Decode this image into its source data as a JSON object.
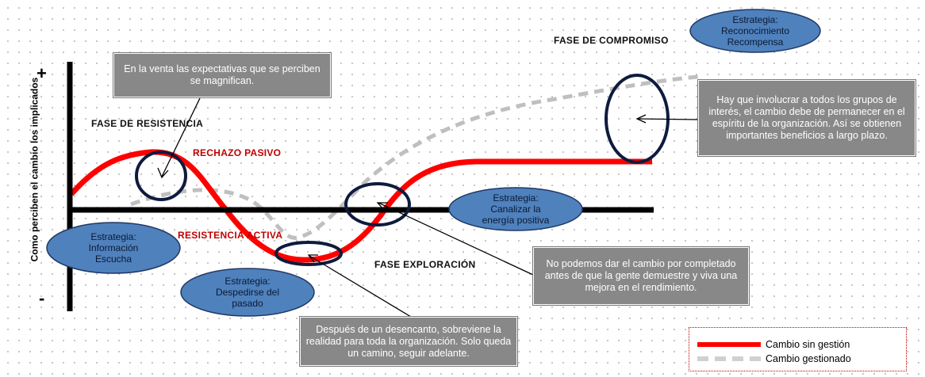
{
  "axis": {
    "ylabel": "Como perciben el cambio los implicados",
    "plus": "+",
    "minus": "-"
  },
  "phases": {
    "resistencia": "FASE DE RESISTENCIA",
    "compromiso": "FASE DE COMPROMISO",
    "exploracion": "FASE EXPLORACIÓN"
  },
  "curve_labels": {
    "rechazo": "RECHAZO PASIVO",
    "resistencia_activa": "RESISTENCIA ACTIVA"
  },
  "strategies": {
    "informacion": [
      "Estrategia:",
      "Información",
      "Escucha"
    ],
    "despedirse": [
      "Estrategia:",
      "Despedirse del",
      "pasado"
    ],
    "canalizar": [
      "Estrategia:",
      "Canalizar la",
      "energía positiva"
    ],
    "reconocimiento": [
      "Estrategia:",
      "Reconocimiento",
      "Recompensa"
    ]
  },
  "notes": {
    "expectativas": "En la venta las expectativas que se perciben se magnifican.",
    "involucrar": "Hay que involucrar a todos los grupos de interés, el cambio debe de permanecer en el espíritu de la organización. Así se obtienen importantes beneficios a largo plazo.",
    "cambio_completado": "No podemos dar el cambio por completado antes de que la gente demuestre y viva una mejora en el rendimiento.",
    "desencanto": "Después de un desencanto, sobreviene la realidad para toda la organización. Solo queda un camino, seguir adelante."
  },
  "legend": {
    "sin_gestion": "Cambio sin gestión",
    "gestionado": "Cambio gestionado"
  },
  "colors": {
    "sin_gestion": "#ff0000",
    "gestionado": "#bfbfbf",
    "ellipse_fill": "#4f81bd",
    "ellipse_stroke": "#1f3864",
    "ring": "#0f1b3d",
    "note_bg": "#888888",
    "red_text": "#c00000"
  }
}
